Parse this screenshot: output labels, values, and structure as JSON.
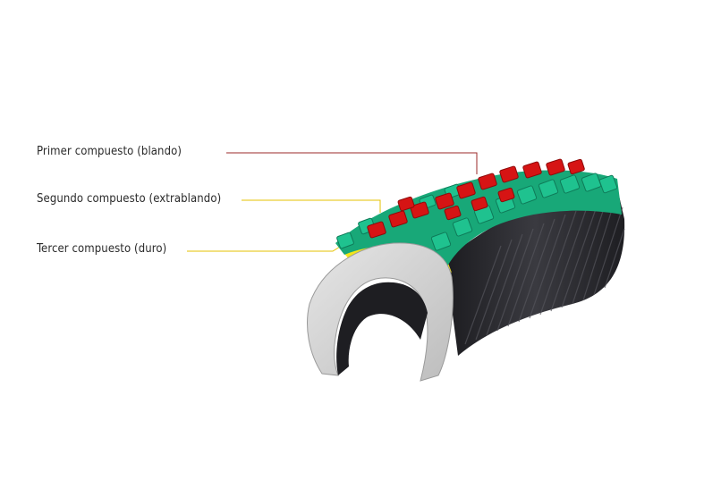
{
  "labels": [
    {
      "text": "Primer compuesto (blando)",
      "color": "#9b2a2a"
    },
    {
      "text": "Segundo compuesto (extrablando)",
      "color": "#e6c200"
    },
    {
      "text": "Tercer compuesto (duro)",
      "color": "#e6c200"
    }
  ],
  "colors": {
    "soft_knobs": "#d61414",
    "side_knobs": "#18a878",
    "yellow_layer": "#f2e51a",
    "casing": "#2b2b30",
    "inner_liner": "#cfcfcf"
  }
}
